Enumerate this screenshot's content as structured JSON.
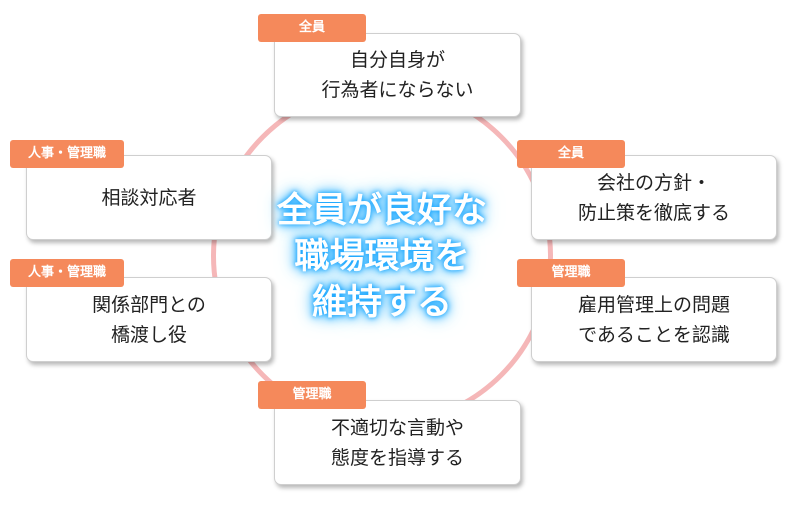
{
  "center_text": "全員が良好な\n職場環境を\n維持する",
  "boxes": [
    {
      "tag": "全員",
      "text": "自分自身が\n行為者にならない"
    },
    {
      "tag": "全員",
      "text": "会社の方針・\n防止策を徹底する"
    },
    {
      "tag": "管理職",
      "text": "雇用管理上の問題\nであることを認識"
    },
    {
      "tag": "管理職",
      "text": "不適切な言動や\n態度を指導する"
    },
    {
      "tag": "人事・管理職",
      "text": "関係部門との\n橋渡し役"
    },
    {
      "tag": "人事・管理職",
      "text": "相談対応者"
    }
  ],
  "colors": {
    "tag_fill": "#f5895b",
    "ring": "#f5b7b8",
    "center_glow": "#1ca7ff"
  }
}
